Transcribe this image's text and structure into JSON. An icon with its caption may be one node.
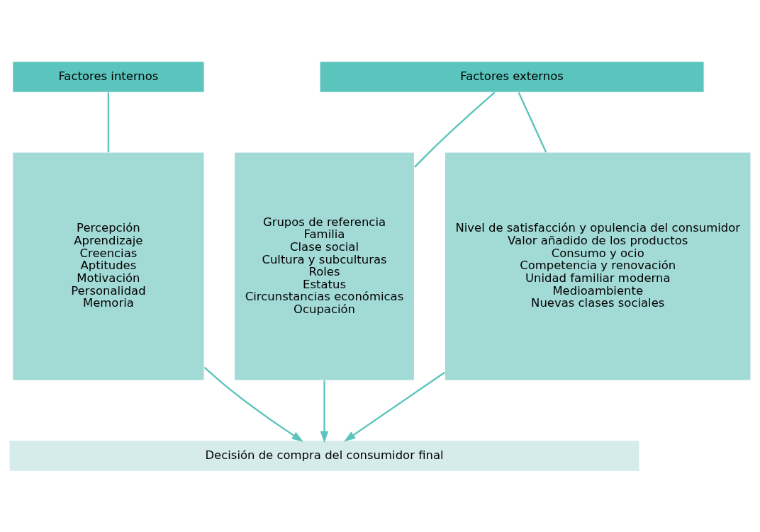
{
  "diagram": {
    "nodes": [
      {
        "text": [
          "Factores internos"
        ]
      },
      {
        "text": [
          "Factores externos"
        ]
      },
      {
        "text": [
          "Percepción",
          "Aprendizaje",
          "Creencias",
          "Aptitudes",
          "Motivación",
          "Personalidad",
          "Memoria"
        ]
      },
      {
        "text": [
          "Grupos de referencia",
          "Familia",
          "Clase social",
          "Cultura y subculturas",
          "Roles",
          "Estatus",
          "Circunstancias económicas",
          "Ocupación"
        ]
      },
      {
        "text": [
          "Nivel de satisfacción y opulencia del consumidor",
          "Valor añadido de los productos",
          "Consumo y ocio",
          "Competencia y renovación",
          "Unidad familiar moderna",
          "Medioambiente",
          "Nuevas clases sociales"
        ]
      },
      {
        "text": [
          "Decisión de compra del consumidor final"
        ]
      }
    ],
    "edges": [
      {
        "from": 0,
        "to": 2,
        "arrow": "none"
      },
      {
        "from": 1,
        "to": 3,
        "arrow": "none"
      },
      {
        "from": 1,
        "to": 4,
        "arrow": "none"
      },
      {
        "from": 2,
        "to": 5,
        "arrow": "to"
      },
      {
        "from": 3,
        "to": 5,
        "arrow": "to"
      },
      {
        "from": 4,
        "to": 5,
        "arrow": "to"
      }
    ]
  }
}
